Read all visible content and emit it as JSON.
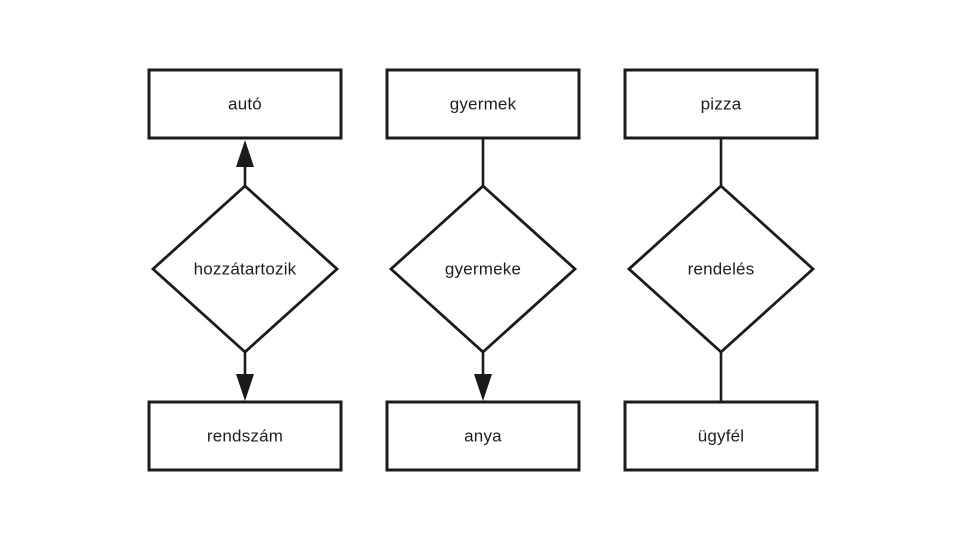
{
  "diagram": {
    "background": "#ffffff",
    "line_color": "#1b1b1b",
    "text_color": "#1d1d1d",
    "columns": [
      {
        "entity_top": "autó",
        "relationship": "hozzátartozik",
        "entity_bottom": "rendszám",
        "top_connector_arrow": "up",
        "bottom_connector_arrow": "down"
      },
      {
        "entity_top": "gyermek",
        "relationship": "gyermeke",
        "entity_bottom": "anya",
        "top_connector_arrow": "none",
        "bottom_connector_arrow": "down"
      },
      {
        "entity_top": "pizza",
        "relationship": "rendelés",
        "entity_bottom": "ügyfél",
        "top_connector_arrow": "none",
        "bottom_connector_arrow": "none"
      }
    ]
  }
}
